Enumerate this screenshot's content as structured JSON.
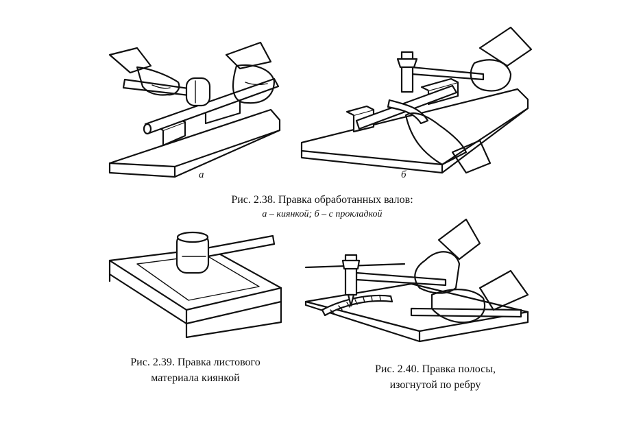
{
  "figures": {
    "fig_2_38": {
      "caption": "Рис. 2.38. Правка обработанных валов:",
      "subcaption": "а – киянкой; б – с прокладкой",
      "panel_a_label": "а",
      "panel_b_label": "б"
    },
    "fig_2_39": {
      "caption_line1": "Рис. 2.39. Правка листового",
      "caption_line2": "материала киянкой"
    },
    "fig_2_40": {
      "caption_line1": "Рис. 2.40. Правка полосы,",
      "caption_line2": "изогнутой по ребру"
    }
  }
}
